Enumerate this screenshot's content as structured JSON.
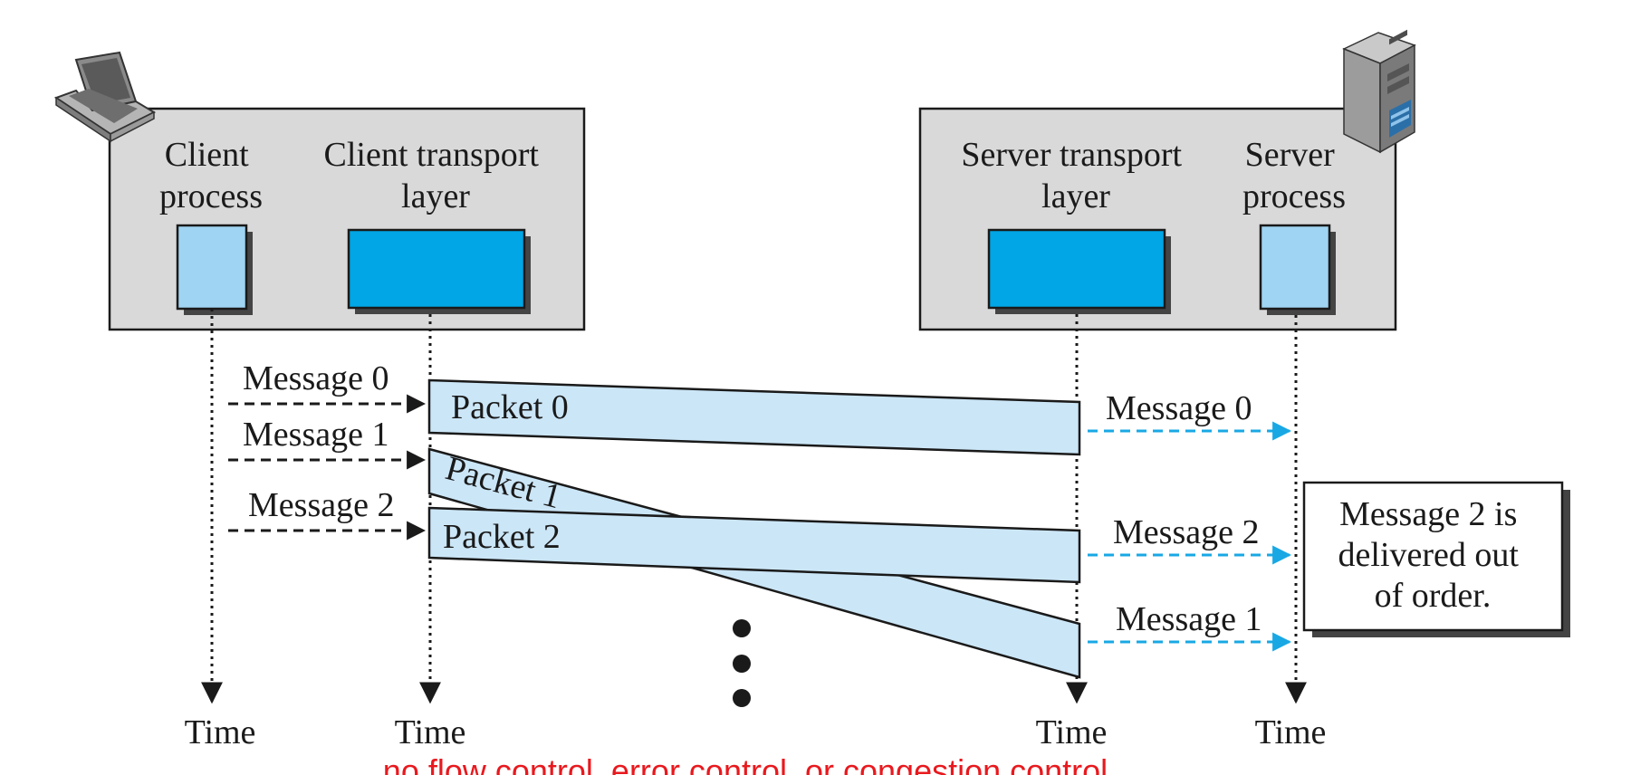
{
  "client": {
    "process_label": [
      "Client",
      "process"
    ],
    "transport_label": [
      "Client transport",
      "layer"
    ]
  },
  "server": {
    "transport_label": [
      "Server transport",
      "layer"
    ],
    "process_label": [
      "Server",
      "process"
    ]
  },
  "sent_messages": [
    "Message 0",
    "Message 1",
    "Message 2"
  ],
  "packets": [
    "Packet 0",
    "Packet 1",
    "Packet 2"
  ],
  "delivered_messages": [
    "Message 0",
    "Message 2",
    "Message 1"
  ],
  "note": [
    "Message 2 is",
    "delivered out",
    "of order."
  ],
  "time_labels": [
    "Time",
    "Time",
    "Time",
    "Time"
  ],
  "caption": "no flow control, error control, or congestion control",
  "colors": {
    "host_box": "#d9d9d9",
    "process_box": "#9fd4f2",
    "transport_box": "#00a6e6",
    "packet": "#cbe6f7",
    "server_arrow": "#19a8e4",
    "caption": "#e8191e"
  },
  "icons": {
    "client": "laptop-icon",
    "server": "server-tower-icon"
  }
}
